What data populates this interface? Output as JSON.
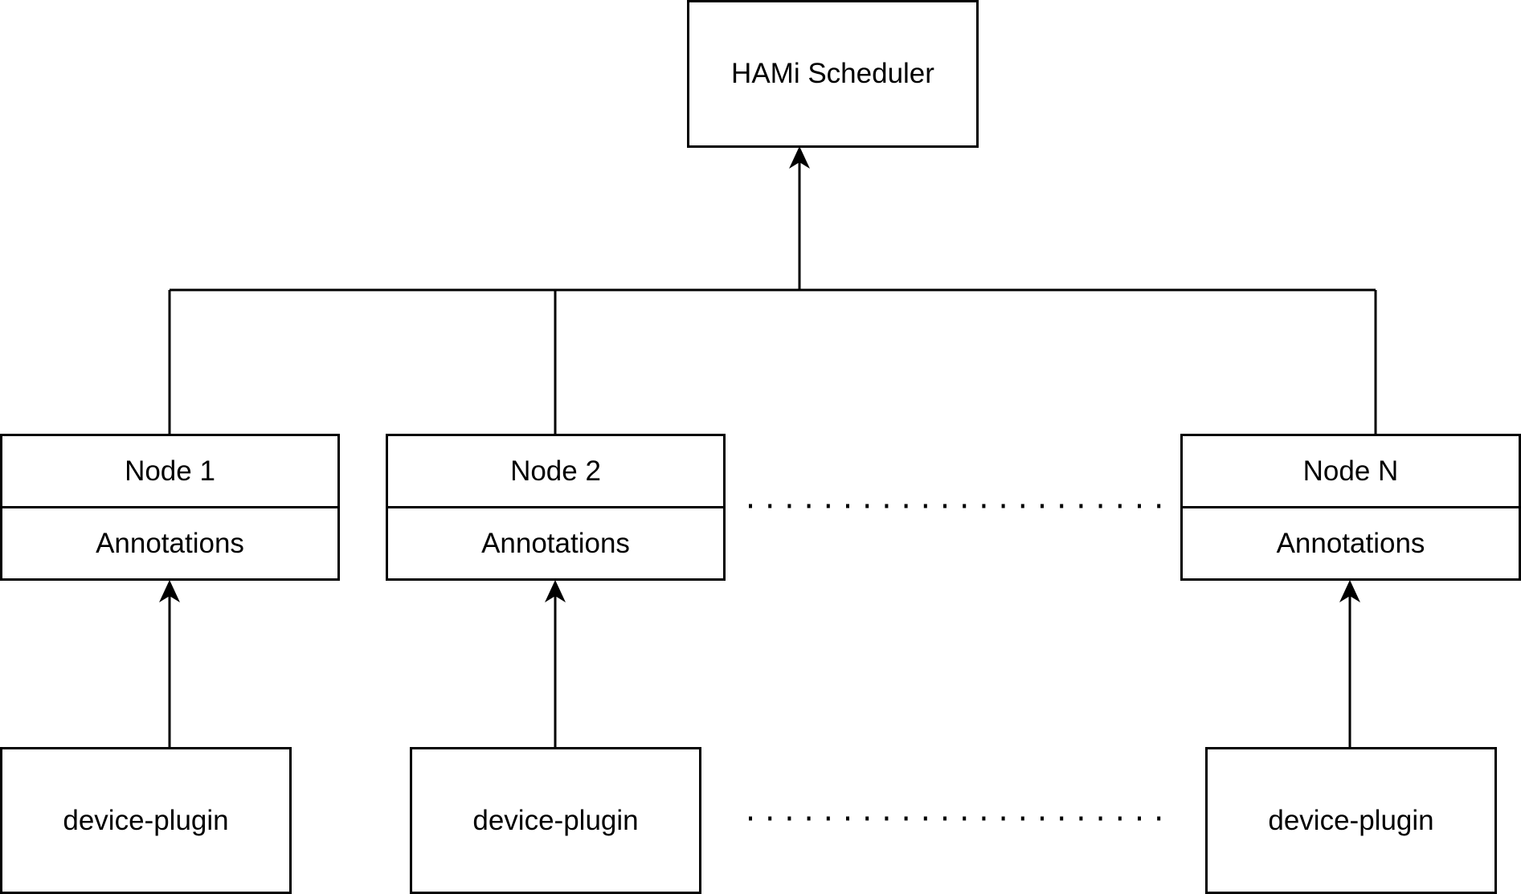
{
  "scheduler": {
    "label": "HAMi Scheduler"
  },
  "nodes": [
    {
      "name": "Node 1",
      "section": "Annotations"
    },
    {
      "name": "Node 2",
      "section": "Annotations"
    },
    {
      "name": "Node N",
      "section": "Annotations"
    }
  ],
  "plugins": [
    {
      "label": "device-plugin"
    },
    {
      "label": "device-plugin"
    },
    {
      "label": "device-plugin"
    }
  ],
  "colors": {
    "stroke": "#000000",
    "background": "#ffffff"
  }
}
